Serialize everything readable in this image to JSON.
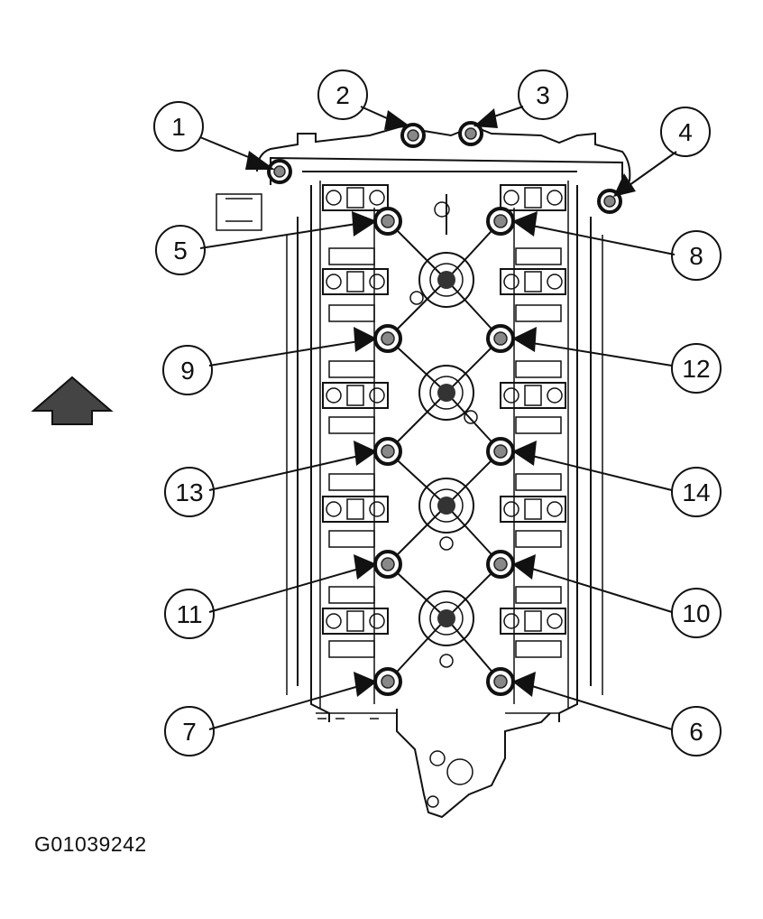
{
  "figure_id": "G01039242",
  "callouts": [
    {
      "label": "1"
    },
    {
      "label": "2"
    },
    {
      "label": "3"
    },
    {
      "label": "4"
    },
    {
      "label": "5"
    },
    {
      "label": "8"
    },
    {
      "label": "9"
    },
    {
      "label": "12"
    },
    {
      "label": "13"
    },
    {
      "label": "14"
    },
    {
      "label": "11"
    },
    {
      "label": "10"
    },
    {
      "label": "7"
    },
    {
      "label": "6"
    }
  ],
  "icons": {
    "direction_arrow": "front-direction-arrow-icon"
  }
}
